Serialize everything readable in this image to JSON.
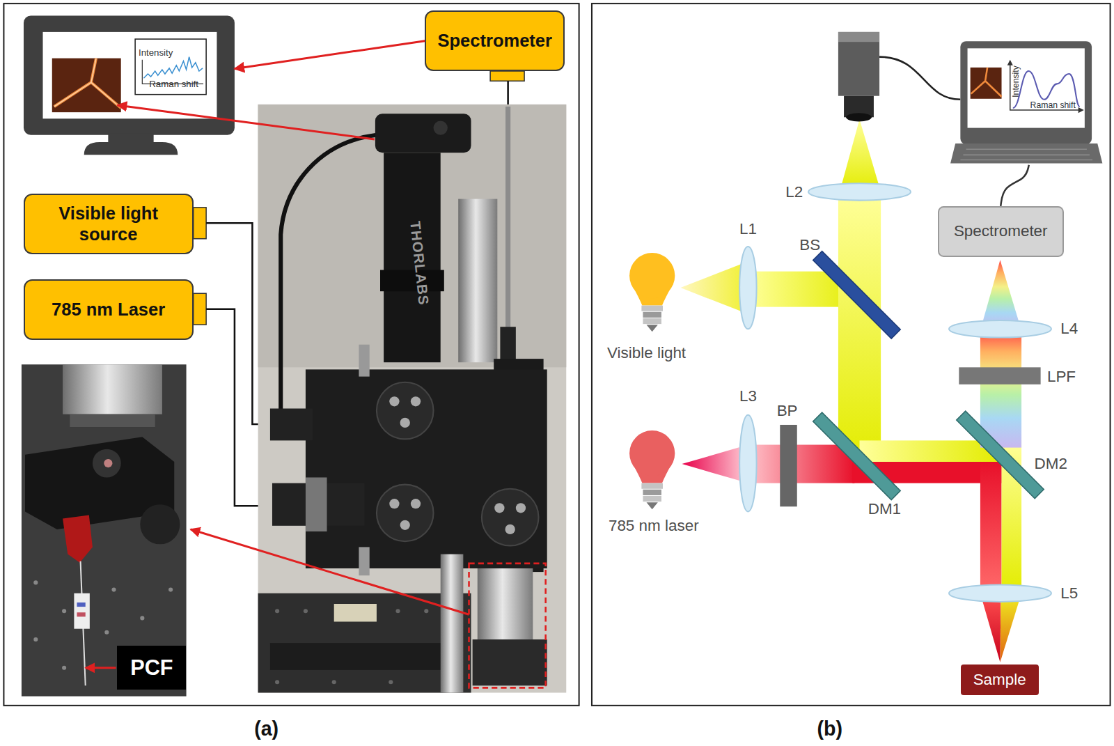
{
  "diagram": {
    "nodes": [
      {
        "text": [
          "Intensity",
          "Raman shift"
        ]
      },
      {
        "text": [
          "Spectrometer"
        ]
      },
      {
        "text": [
          "Visible light source"
        ]
      },
      {
        "text": [
          "785 nm Laser"
        ]
      },
      {
        "text": [
          "PCF"
        ]
      },
      {
        "text": [
          "Intensity",
          "Raman shift"
        ]
      },
      {
        "text": [
          "Spectrometer"
        ]
      },
      {
        "text": [
          "Sample"
        ]
      }
    ],
    "edges": [
      {
        "from": 1,
        "to": 0,
        "arrow": "to"
      },
      {
        "from": 6,
        "to": 5,
        "arrow": "none"
      }
    ],
    "labels": [
      "THORLABS",
      "L2",
      "L1",
      "BS",
      "Visible light",
      "L3",
      "BP",
      "785 nm laser",
      "DM1",
      "DM2",
      "L4",
      "LPF",
      "L5",
      "(a)",
      "(b)"
    ]
  }
}
